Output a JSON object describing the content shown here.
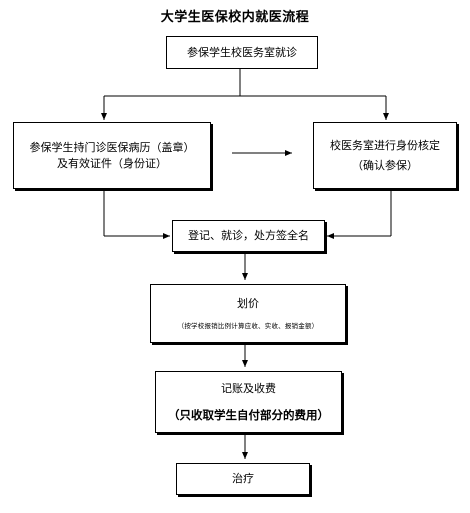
{
  "title": "大学生医保校内就医流程",
  "steps": {
    "visit": "参保学生校医务室就诊",
    "records_line1": "参保学生持门诊医保病历（盖章）",
    "records_line2": "及有效证件（身份证）",
    "verify_line1": "校医务室进行身份核定",
    "verify_line2": "（确认参保）",
    "register": "登记、就诊，处方签全名",
    "pricing": "划价",
    "pricing_note": "（按学校报销比例计算应收、实收、报销金额）",
    "billing": "记账及收费",
    "billing_note": "（只收取学生自付部分的费用）",
    "treatment": "治疗"
  }
}
